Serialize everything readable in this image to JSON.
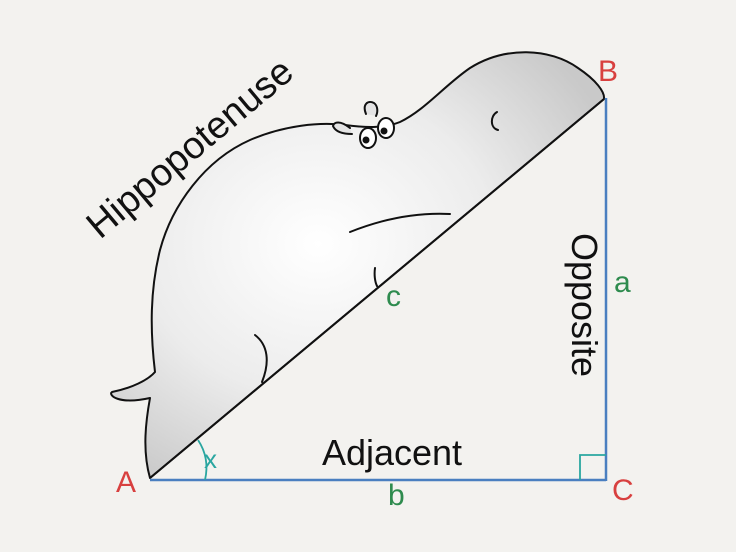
{
  "labels": {
    "hypotenuse_word": "Hippopotenuse",
    "opposite_word": "Opposite",
    "adjacent_word": "Adjacent",
    "vertex_a": "A",
    "vertex_b": "B",
    "vertex_c": "C",
    "side_a": "a",
    "side_b": "b",
    "side_c": "c",
    "angle_x": "x"
  },
  "colors": {
    "background": "#f3f2ef",
    "triangle_line": "#4a7fc0",
    "vertex_label": "#d8403f",
    "side_label": "#2e8b4e",
    "angle_label": "#2aa6a0",
    "word_label": "#111111",
    "hippo_fill": "#e8e8e8"
  },
  "icons": {
    "hippo": "hippo-illustration",
    "right_angle": "right-angle-marker"
  }
}
